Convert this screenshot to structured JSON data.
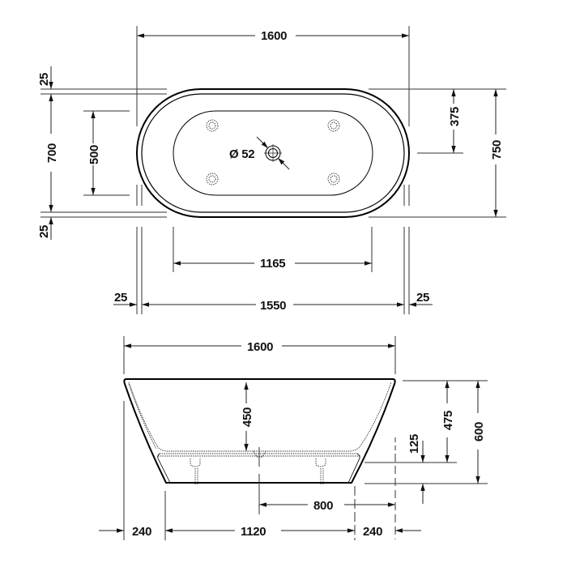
{
  "drawing": {
    "subject": "Freestanding oval bathtub dimension drawing",
    "units": "mm",
    "colors": {
      "line": "#000000",
      "text": "#111111",
      "background": "#ffffff"
    }
  },
  "top_view": {
    "overall_length": "1600",
    "rim_left_offset": "25",
    "rim_right_offset": "25",
    "inner_rim_length": "1550",
    "basin_length": "1165",
    "overall_width": "750",
    "half_width": "375",
    "rim_top_offset": "25",
    "rim_bottom_offset": "25",
    "inner_rim_width": "700",
    "basin_width": "500",
    "drain_diameter": "Ø 52"
  },
  "side_view": {
    "overall_length": "1600",
    "inner_depth": "450",
    "height_to_floor_level": "475",
    "overall_height": "600",
    "base_height": "125",
    "drain_offset": "800",
    "left_overhang": "240",
    "base_length": "1120",
    "right_overhang": "240"
  }
}
